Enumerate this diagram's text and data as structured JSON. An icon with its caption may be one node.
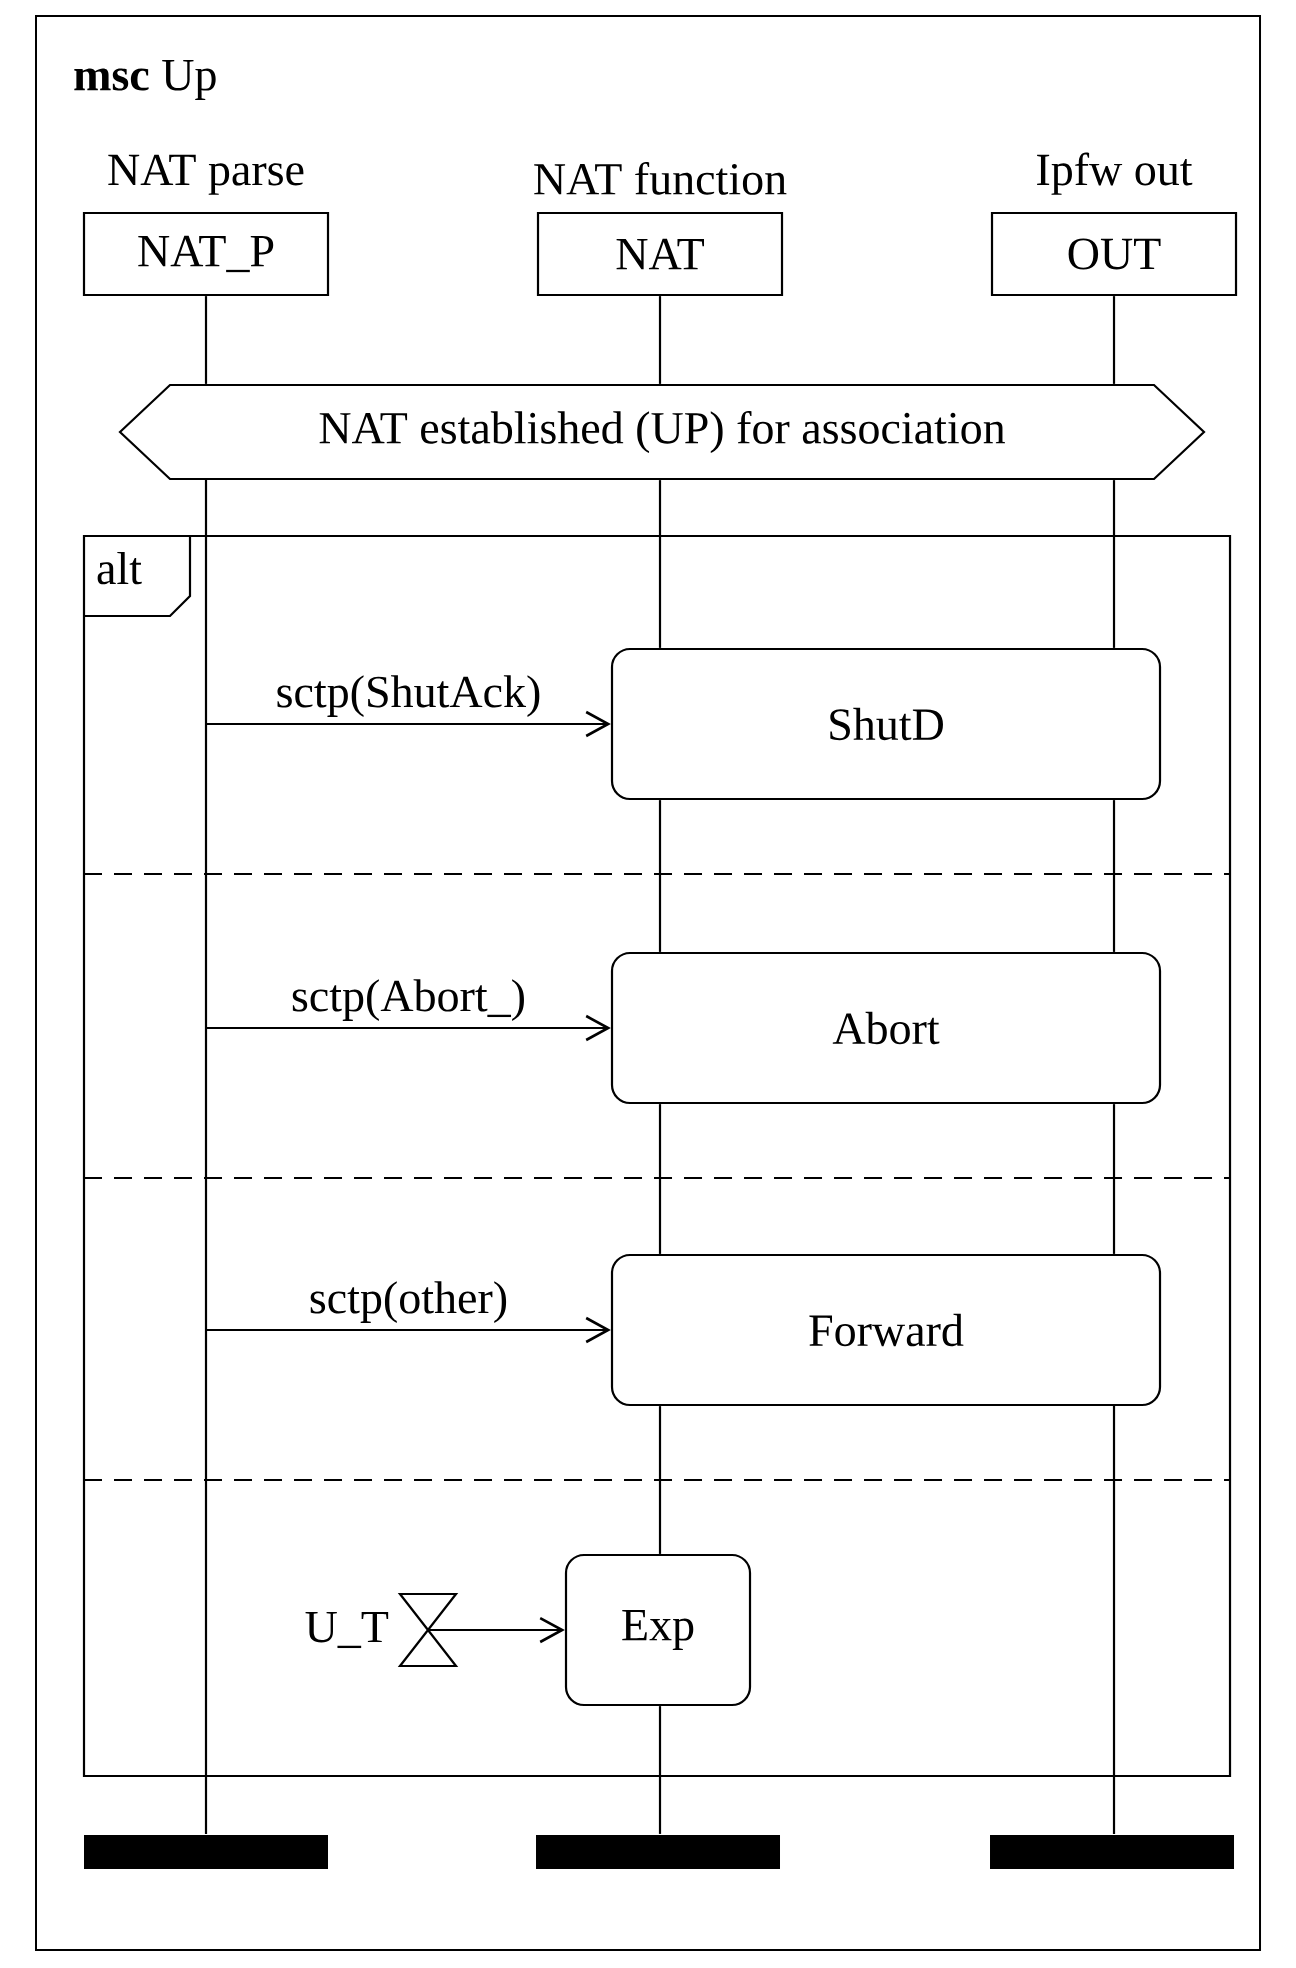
{
  "diagram": {
    "title": "**msc** Up",
    "nodes": [
      {
        "text": [
          "NAT_P"
        ],
        "beside": [
          "NAT parse"
        ]
      },
      {
        "text": [
          "NAT"
        ],
        "beside": [
          "NAT function"
        ]
      },
      {
        "text": [
          "OUT"
        ],
        "beside": [
          "Ipfw out"
        ]
      },
      {
        "text": [
          "NAT established (UP) for association"
        ]
      },
      {
        "text": [
          "alt"
        ]
      },
      {
        "text": [
          "ShutD"
        ],
        "in": 4
      },
      {
        "text": [
          "Abort"
        ],
        "in": 4
      },
      {
        "text": [
          "Forward"
        ],
        "in": 4
      },
      {
        "text": [
          "U_T"
        ],
        "in": 4
      },
      {
        "text": [
          "Exp"
        ],
        "in": 4
      },
      {
        "text": [],
        "shape": "bar"
      },
      {
        "text": [],
        "shape": "bar"
      },
      {
        "text": [],
        "shape": "bar"
      }
    ],
    "edges": [
      {
        "from": 0,
        "to": 3,
        "arrow": "none"
      },
      {
        "from": 1,
        "to": 3,
        "arrow": "none"
      },
      {
        "from": 2,
        "to": 3,
        "arrow": "none"
      },
      {
        "from": 3,
        "to": 10,
        "arrow": "none"
      },
      {
        "from": 3,
        "to": 5,
        "arrow": "none"
      },
      {
        "from": 3,
        "to": 5,
        "arrow": "none"
      },
      {
        "from": 5,
        "to": 6,
        "arrow": "none"
      },
      {
        "from": 5,
        "to": 6,
        "arrow": "none"
      },
      {
        "from": 6,
        "to": 7,
        "arrow": "none"
      },
      {
        "from": 6,
        "to": 7,
        "arrow": "none"
      },
      {
        "from": 7,
        "to": 9,
        "arrow": "none"
      },
      {
        "from": 7,
        "to": 12,
        "arrow": "none"
      },
      {
        "from": 9,
        "to": 11,
        "arrow": "none"
      },
      {
        "from": null,
        "to": 5,
        "arrow": "to",
        "label": "sctp(ShutAck)"
      },
      {
        "from": null,
        "to": 6,
        "arrow": "to",
        "label": "sctp(Abort_)"
      },
      {
        "from": null,
        "to": 7,
        "arrow": "to",
        "label": "sctp(other)"
      },
      {
        "from": 8,
        "to": 9,
        "arrow": "to"
      }
    ]
  }
}
